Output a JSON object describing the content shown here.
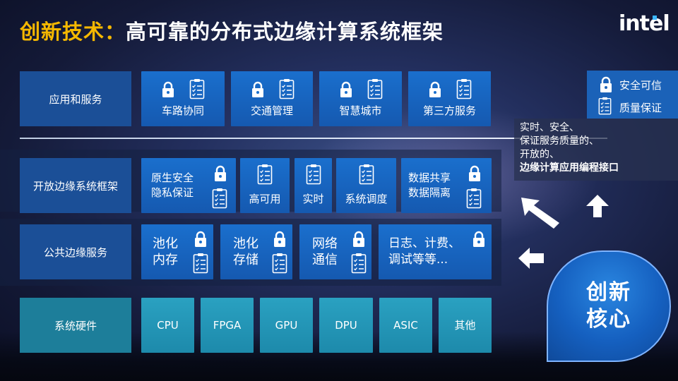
{
  "title": {
    "accent": "创新技术：",
    "main": "高可靠的分布式边缘计算系统框架"
  },
  "logo": "intel",
  "colors": {
    "accent": "#f5b800",
    "box_blue": "#1a6fcd",
    "box_teal": "#2aa1c1",
    "label_blue": "#1b4f97"
  },
  "rows": {
    "apps": {
      "label": "应用和服务",
      "items": [
        "车路协同",
        "交通管理",
        "智慧城市",
        "第三方服务"
      ]
    },
    "framework": {
      "label": "开放边缘系统框架",
      "items": [
        "原生安全\n隐私保证",
        "高可用",
        "实时",
        "系统调度",
        "数据共享\n数据隔离"
      ]
    },
    "public": {
      "label": "公共边缘服务",
      "items": [
        "池化\n内存",
        "池化\n存储",
        "网络\n通信",
        "日志、计费、\n调试等等..."
      ]
    },
    "hardware": {
      "label": "系统硬件",
      "items": [
        "CPU",
        "FPGA",
        "GPU",
        "DPU",
        "ASIC",
        "其他"
      ]
    }
  },
  "legend": {
    "lock": "安全可信",
    "quality": "质量保证"
  },
  "callout": {
    "line1": "实时、安全、",
    "line2": "保证服务质量的、",
    "line3": "开放的、",
    "line4": "边缘计算应用编程接口"
  },
  "core": {
    "line1": "创新",
    "line2": "核心"
  },
  "icons": [
    "lock-icon",
    "checklist-icon",
    "arrow-up-icon",
    "arrow-left-icon",
    "arrow-upleft-icon"
  ]
}
